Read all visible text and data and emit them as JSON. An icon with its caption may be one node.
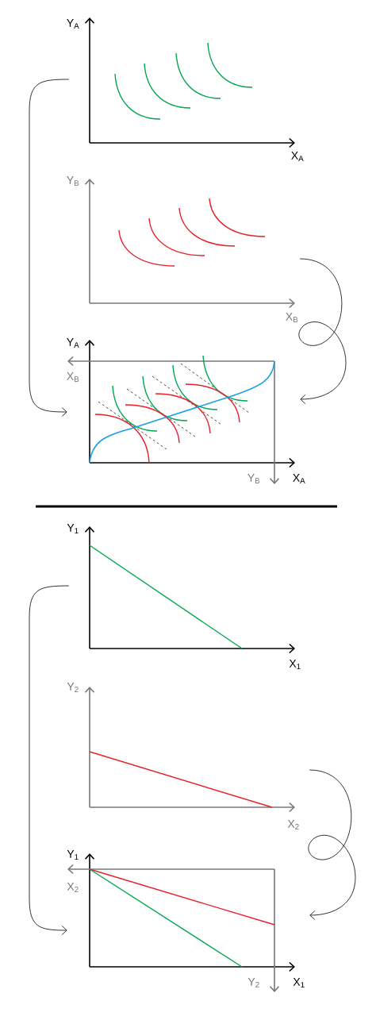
{
  "diagram": {
    "nodes": [
      {
        "text": [
          "Y$_{A}$",
          "X$_{A}$"
        ]
      },
      {
        "text": [
          "Y$_{B}$",
          "X$_{B}$"
        ]
      },
      {
        "text": [
          "Y$_{A}$",
          "X$_{B}$",
          "Y$_{B}$",
          "X$_{A}$"
        ]
      },
      {
        "text": [
          "Y$_{1}$",
          "X$_{1}$"
        ]
      },
      {
        "text": [
          "Y$_{2}$",
          "X$_{2}$"
        ]
      },
      {
        "text": [
          "Y$_{1}$",
          "X$_{2}$",
          "Y$_{2}$",
          "X$_{1}$"
        ]
      }
    ],
    "edges": [
      {
        "from": 0,
        "to": 2,
        "arrow": "to"
      },
      {
        "from": 1,
        "to": 2,
        "arrow": "to"
      },
      {
        "from": 3,
        "to": 5,
        "arrow": "to"
      },
      {
        "from": 4,
        "to": 5,
        "arrow": "to"
      }
    ]
  }
}
